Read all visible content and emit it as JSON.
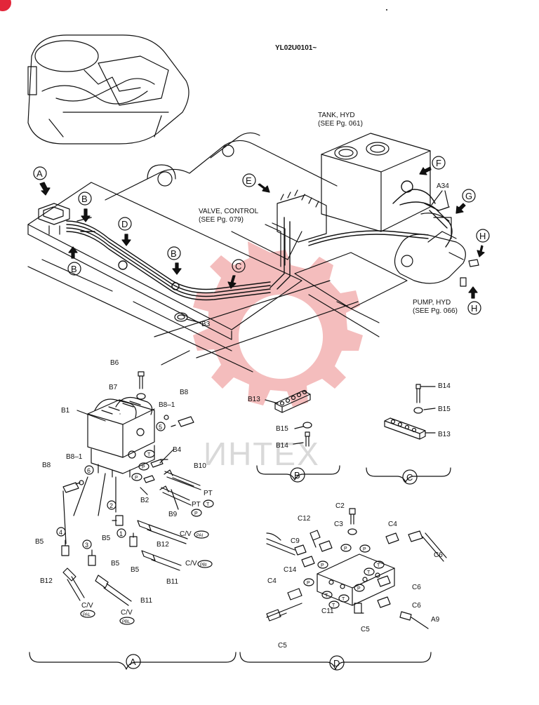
{
  "header": {
    "code": "YL02U0101~"
  },
  "watermark": {
    "text": "ИНТЕХ",
    "gear_color": "#f3b6b6",
    "text_color": "#d9d9d9"
  },
  "corner_badge_color": "#e2263a",
  "main_labels": {
    "tank": [
      "TANK, HYD",
      "(SEE Pg. 061)"
    ],
    "valve": [
      "VALVE, CONTROL",
      "(SEE Pg. 079)"
    ],
    "pump": [
      "PUMP, HYD",
      "(SEE Pg. 066)"
    ],
    "a34": "A34",
    "b3": "B3"
  },
  "callouts": {
    "A": "A",
    "B": "B",
    "C": "C",
    "D": "D",
    "E": "E",
    "F": "F",
    "G": "G",
    "H": "H"
  },
  "detail_a": {
    "label": "A",
    "parts": {
      "b1": "B1",
      "b2": "B2",
      "b4": "B4",
      "b5a": "B5",
      "b5b": "B5",
      "b5c": "B5",
      "b5d": "B5",
      "b6": "B6",
      "b7": "B7",
      "b8a": "B8",
      "b8b": "B8",
      "b8_1a": "B8–1",
      "b8_1b": "B8–1",
      "b9": "B9",
      "b10": "B10",
      "b11a": "B11",
      "b11b": "B11",
      "b12a": "B12",
      "b12b": "B12",
      "pt1": "PT",
      "pt2": "PT",
      "cv1": "C/V",
      "cv2": "C/V",
      "cv3": "C/V",
      "cv4": "C/V"
    },
    "ports": {
      "t1": "T",
      "t2": "T",
      "t3": "T",
      "p1": "P",
      "p2": "P",
      "p3": "P",
      "pai": "PAI",
      "pbi": "PBI",
      "pal": "PAL",
      "pbl": "PBL"
    },
    "numbers": {
      "n1": "1",
      "n2": "2",
      "n3": "3",
      "n4": "4",
      "n5": "5",
      "n6": "6"
    }
  },
  "detail_b": {
    "label": "B",
    "parts": {
      "b13": "B13",
      "b15": "B15",
      "b14": "B14"
    }
  },
  "detail_c": {
    "label": "C",
    "parts": {
      "b14": "B14",
      "b15": "B15",
      "b13": "B13"
    }
  },
  "detail_d": {
    "label": "D",
    "parts": {
      "c2": "C2",
      "c3": "C3",
      "c4a": "C4",
      "c4b": "C4",
      "c5a": "C5",
      "c5b": "C5",
      "c6a": "C6",
      "c6b": "C6",
      "c6c": "C6",
      "c9": "C9",
      "c11": "C11",
      "c12": "C12",
      "c14": "C14",
      "a9": "A9"
    },
    "ports": {
      "p1": "P",
      "p2": "P",
      "p3": "P",
      "p4": "P",
      "p5": "P",
      "t1": "T",
      "t2": "T",
      "t3": "T",
      "t4": "T",
      "t5": "T"
    }
  }
}
